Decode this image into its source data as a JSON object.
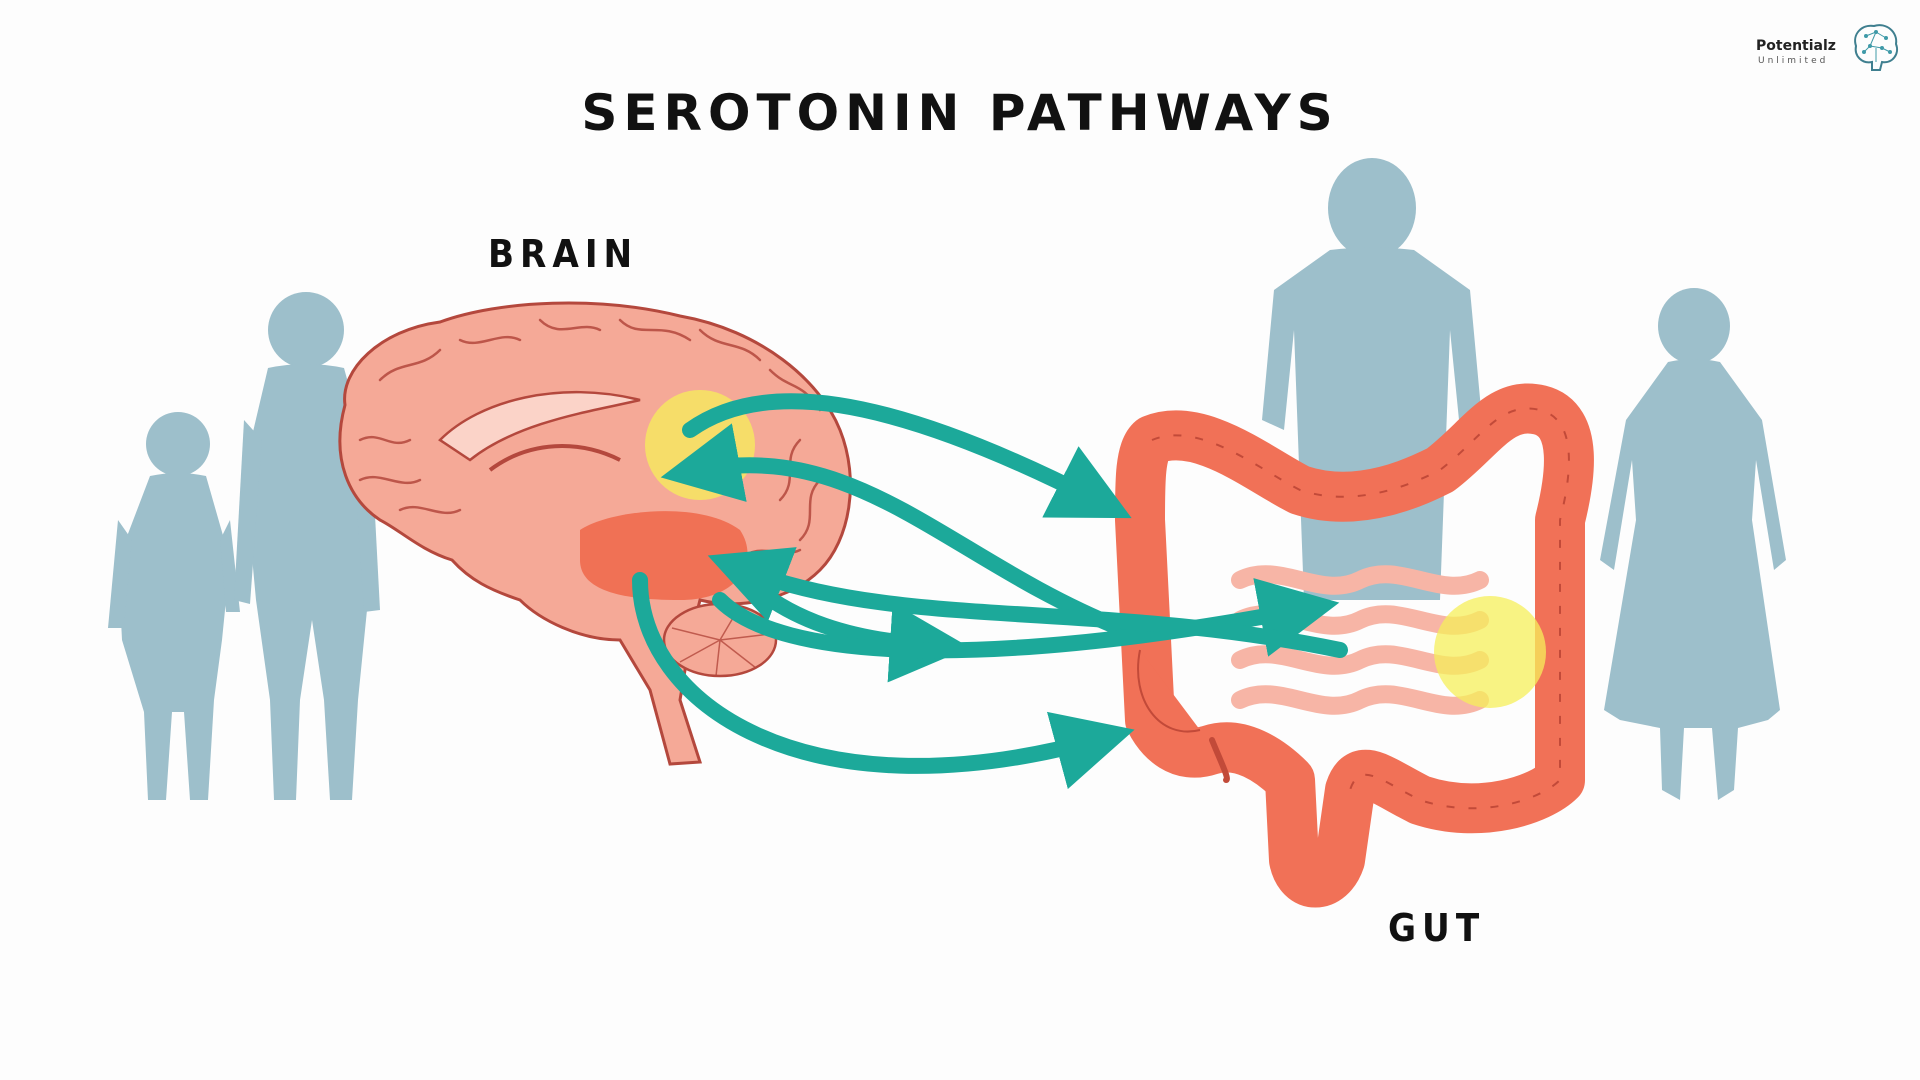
{
  "title": "SEROTONIN PATHWAYS",
  "labels": {
    "brain": "BRAIN",
    "gut": "GUT"
  },
  "logo": {
    "name": "Potentialz",
    "tagline": "Unlimited",
    "icon": "brain-tree-icon"
  },
  "colors": {
    "silhouette": "#9dbfcb",
    "arrow": "#1ca99a",
    "brain": "#f5a997",
    "brain_outline": "#b4483d",
    "highlight_orange": "#ef6a4e",
    "highlight_yellow": "#f6ef5a",
    "intestine": "#f17157",
    "intestine_outline": "#c24a39",
    "small_intestine": "#f7b5a6"
  },
  "figures": [
    "child-silhouette",
    "adult-silhouette",
    "adult-man-silhouette",
    "woman-silhouette"
  ]
}
